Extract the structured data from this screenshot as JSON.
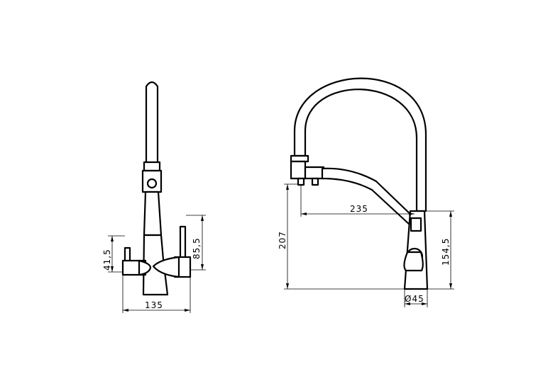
{
  "dimensions": {
    "front_total_width": "135",
    "front_handle_height_right": "85,5",
    "front_handle_height_left": "41,5",
    "side_reach": "235",
    "side_total_height": "207",
    "side_body_height": "154,5",
    "side_base_diameter": "Ø45"
  },
  "colors": {
    "line": "#000000",
    "background": "#ffffff"
  }
}
